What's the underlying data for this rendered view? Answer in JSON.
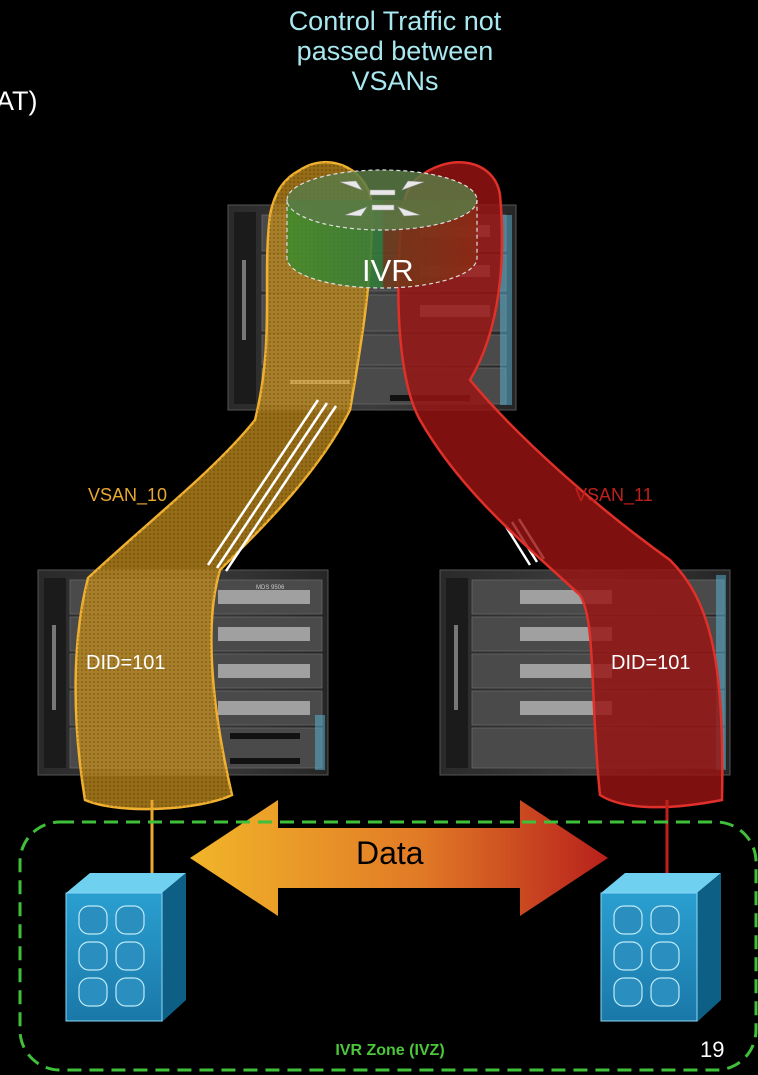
{
  "header": {
    "cut_text": "AT)"
  },
  "callout": {
    "lines": [
      "Control Traffic not",
      "passed between",
      "VSANs"
    ]
  },
  "labels": {
    "ivr": "IVR",
    "vsan_left": "VSAN_10",
    "vsan_right": "VSAN_11",
    "did_left": "DID=101",
    "did_right": "DID=101",
    "data": "Data",
    "zone": "IVR Zone (IVZ)",
    "page_number": "19",
    "switch_model": "MDS 9506"
  },
  "colors": {
    "vsan10": "#e9a830",
    "vsan11": "#c0201c",
    "zone_border": "#3fbf3a",
    "callout_text": "#a8e8ef",
    "storage": "#1f8fbf"
  },
  "icons": {
    "core_switch": "mds-director-switch-icon",
    "edge_switch": "mds-edge-switch-icon",
    "router": "ivr-router-icon",
    "storage": "storage-array-icon"
  }
}
